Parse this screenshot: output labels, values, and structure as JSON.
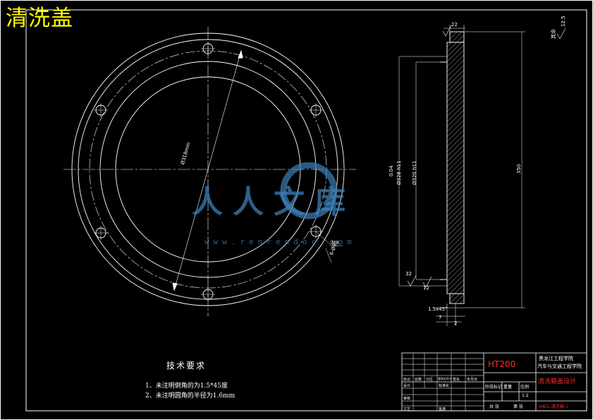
{
  "drawing": {
    "title": "清洗盖",
    "watermark": {
      "text": "人人文库",
      "url": "www.renrendoc.com"
    },
    "technical_requirements": {
      "heading": "技术要求",
      "items": [
        "1、未注明倒角的为1.5*45度",
        "2、未注明圆角的半径为1.6mm"
      ]
    },
    "dimensions": {
      "front_diameter": "Ø318mm",
      "top_width": "22",
      "roughness_top": "12.5",
      "right_mark": "其余",
      "left_dia_1": "Ø328 h11",
      "left_dia_2": "Ø320 h11",
      "left_small": "0.04",
      "overall_height": "350",
      "bottom_left": "32",
      "bottom_12": "12",
      "chamfer": "1.5x45°",
      "bottom_7": "7",
      "bottom_2": "2",
      "bolt_label": "M8",
      "bolt_depth": "6-Ø9"
    },
    "title_block": {
      "material": "HT200",
      "school": "黑龙江工程学院",
      "dept": "汽车与交通工程学院",
      "part_name": "清洗箱盖设计",
      "stage_label": "阶段标记",
      "weight_label": "重量",
      "scale_label": "比例",
      "scale": "1:2",
      "sheet_total": "共 张",
      "sheet_no": "第 张",
      "drawing_no": "HXCL-清洗箱-1",
      "mark": "标记",
      "count": "处数",
      "zone": "分区",
      "doc_no": "更改文件号",
      "signature": "签名",
      "date": "年月日",
      "design": "设计",
      "check": "审核",
      "craft": "工艺",
      "standard": "标准化",
      "approve": "批准"
    }
  }
}
